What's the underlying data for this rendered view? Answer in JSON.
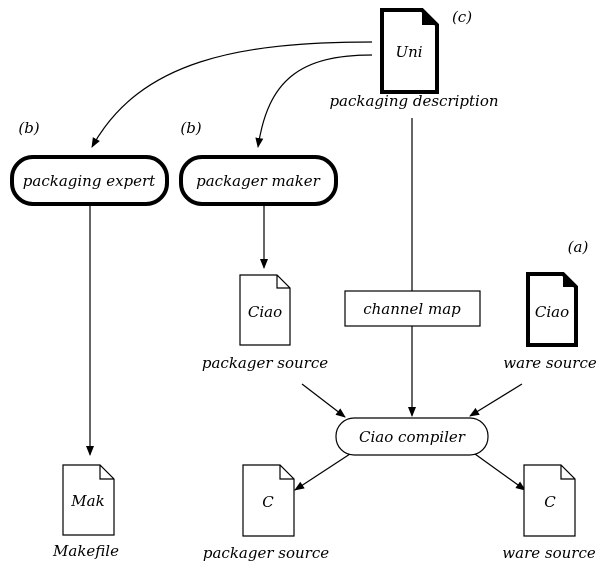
{
  "markers": {
    "a": "(a)",
    "b1": "(b)",
    "b2": "(b)",
    "c": "(c)"
  },
  "nodes": {
    "packaging_expert": "packaging expert",
    "packager_maker": "packager maker",
    "ciao_compiler": "Ciao compiler",
    "channel_map": "channel map"
  },
  "docs": {
    "uni": {
      "tag": "Uni",
      "caption": "packaging description"
    },
    "ciao_packager": {
      "tag": "Ciao",
      "caption": "packager source"
    },
    "ciao_ware": {
      "tag": "Ciao",
      "caption": "ware source"
    },
    "makefile": {
      "tag": "Mak",
      "caption": "Makefile"
    },
    "c_packager": {
      "tag": "C",
      "caption": "packager source"
    },
    "c_ware": {
      "tag": "C",
      "caption": "ware source"
    }
  }
}
